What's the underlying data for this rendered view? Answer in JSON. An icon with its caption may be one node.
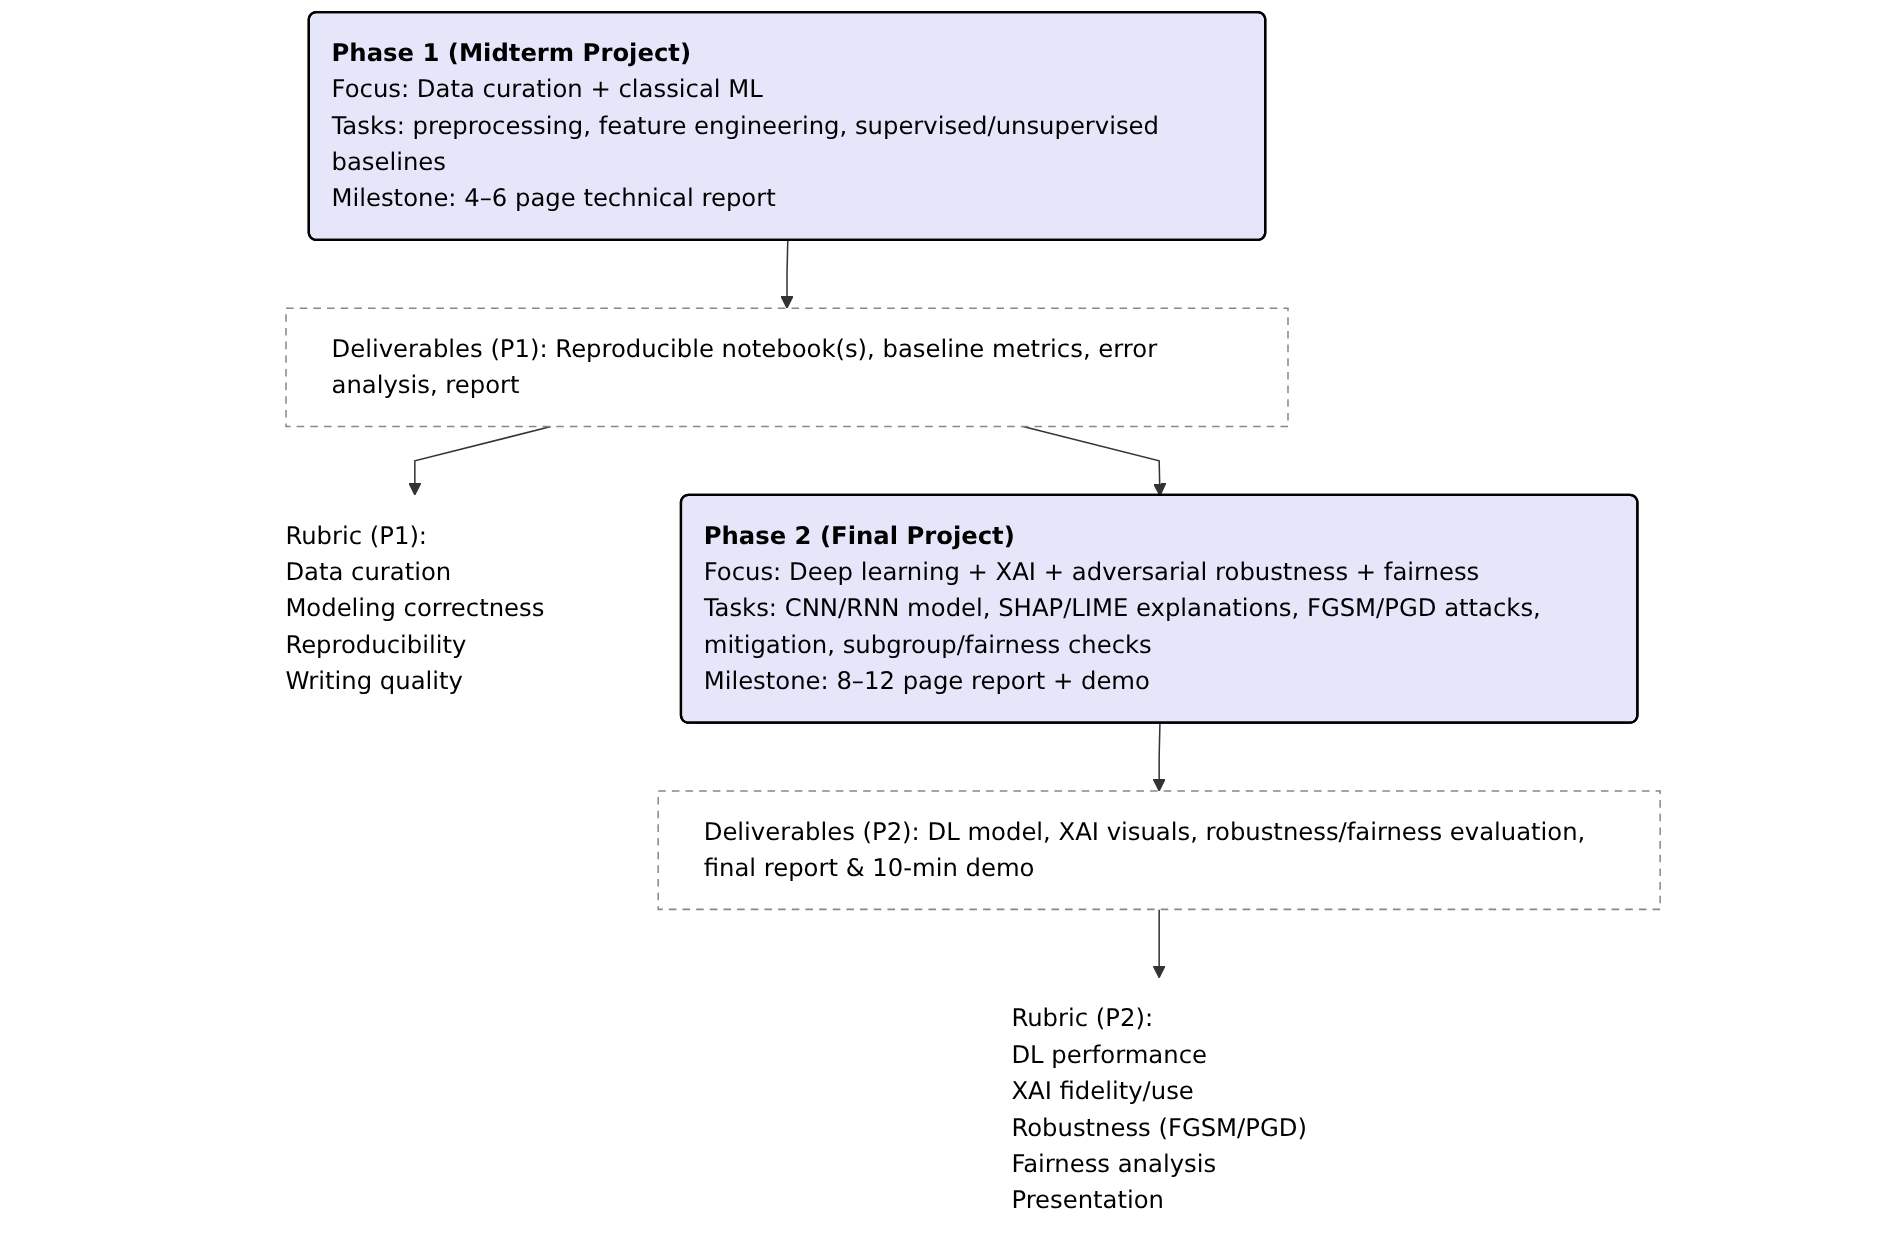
{
  "diagram": {
    "nodes": [
      {
        "text": [
          "Phase 1 (Midterm Project)",
          "Focus: Data curation + classical ML",
          "Tasks: preprocessing, feature engineering, supervised/unsupervised baselines",
          "Milestone: 4–6 page technical report"
        ]
      },
      {
        "text": [
          "Deliverables (P1): Reproducible notebook(s), baseline metrics, error analysis, report"
        ]
      },
      {
        "text": [
          "Rubric (P1):",
          "Data curation",
          "Modeling correctness",
          "Reproducibility",
          "Writing quality"
        ]
      },
      {
        "text": [
          "Phase 2 (Final Project)",
          "Focus: Deep learning + XAI + adversarial robustness + fairness",
          "Tasks: CNN/RNN model, SHAP/LIME explanations, FGSM/PGD attacks, mitigation, subgroup/fairness checks",
          "Milestone: 8–12 page report + demo"
        ]
      },
      {
        "text": [
          "Deliverables (P2): DL model, XAI visuals, robustness/fairness evaluation, final report & 10-min demo"
        ]
      },
      {
        "text": [
          "Rubric (P2):",
          "DL performance",
          "XAI fidelity/use",
          "Robustness (FGSM/PGD)",
          "Fairness analysis",
          "Presentation"
        ]
      }
    ],
    "edges": [
      {
        "from": 0,
        "to": 1,
        "arrow": "to"
      },
      {
        "from": 1,
        "to": 2,
        "arrow": "to"
      },
      {
        "from": 1,
        "to": 3,
        "arrow": "to"
      },
      {
        "from": 3,
        "to": 4,
        "arrow": "to"
      },
      {
        "from": 4,
        "to": 5,
        "arrow": "to"
      }
    ]
  }
}
